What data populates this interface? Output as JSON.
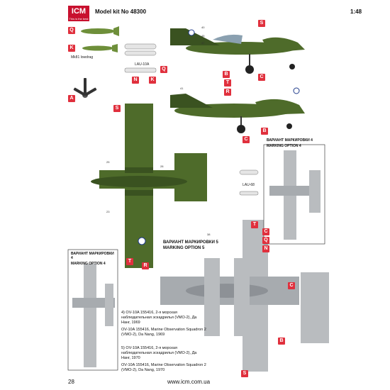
{
  "header": {
    "logo_text": "ICM",
    "logo_slogan": "This is the best",
    "kit_label": "Model kit No 48300",
    "scale": "1:48"
  },
  "footer": {
    "page_number": "28",
    "url": "www.icm.com.ua"
  },
  "parts": {
    "mk81_label": "Mk81 lowdrag",
    "lau10_label": "LAU-10A",
    "lau68_label": "LAU-68"
  },
  "tags": {
    "Q": "Q",
    "K": "K",
    "A": "A",
    "S": "S",
    "B": "B",
    "C": "C",
    "T": "T",
    "N": "N",
    "R": "R"
  },
  "marking_options": {
    "option4_ru": "ВАРИАНТ МАРКИРОВКИ 4",
    "option4_en": "MARKING OPTION 4",
    "option5_ru": "ВАРИАНТ МАРКИРОВКИ 5",
    "option5_en": "MARKING OPTION 5"
  },
  "descriptions": {
    "opt4_ru": "4) OV-10A 155416, 2-я морская наблюдательная эскадрилья (VMO-2), Да Нанг, 1969",
    "opt4_en": "OV-10A 155416, Marine Observation Squadron 2 (VMO-2), Da Nang, 1969",
    "opt5_ru": "5) OV-10A 155416, 2-я морская наблюдательная эскадрилья (VMO-2), Да Нанг, 1970",
    "opt5_en": "OV-10A 155416, Marine Observation Squadron 2 (VMO-2), Da Nang, 1970"
  },
  "colors": {
    "olive": "#4e6b2a",
    "olive_dark": "#3a5220",
    "gray": "#b9bcbf",
    "gray_dark": "#8d9196",
    "tag_red": "#e0303d"
  }
}
